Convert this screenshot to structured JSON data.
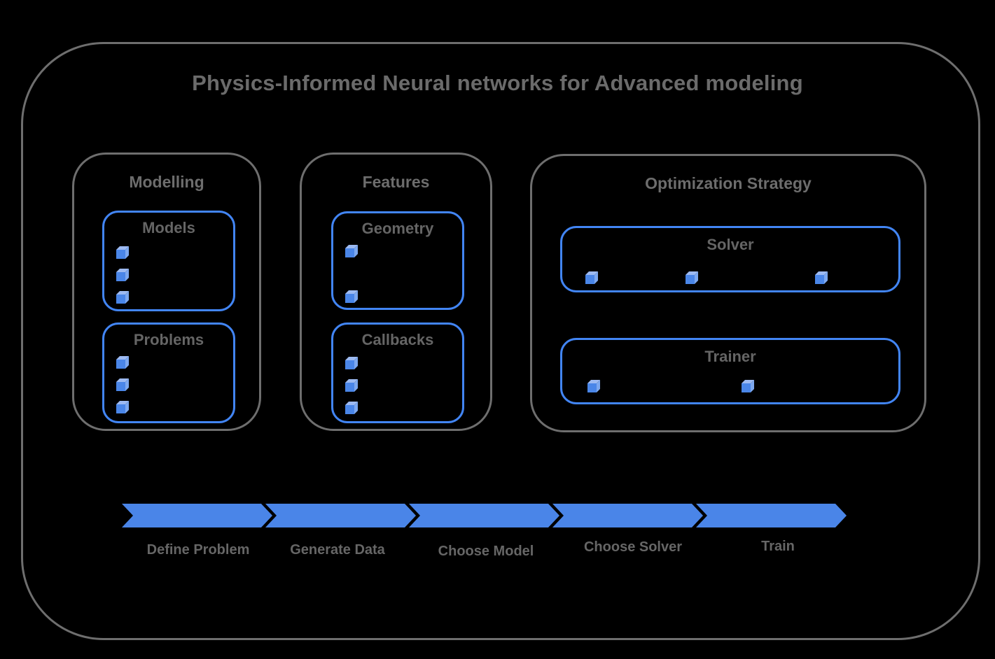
{
  "title": "Physics-Informed Neural networks for Advanced modeling",
  "colors": {
    "background": "#000000",
    "frame_gray": "#6e6e6e",
    "text_gray": "#6b6b6b",
    "box_border_blue": "#4285f4",
    "arrow_blue": "#4a85e8",
    "cube_front": "#4a86e8",
    "cube_top": "#9dbaf2",
    "cube_side": "#7da8ef"
  },
  "sections": [
    {
      "label": "Modelling",
      "boxes": [
        {
          "label": "Models",
          "bullet_count": 3
        },
        {
          "label": "Problems",
          "bullet_count": 3
        }
      ]
    },
    {
      "label": "Features",
      "boxes": [
        {
          "label": "Geometry",
          "bullet_count": 2
        },
        {
          "label": "Callbacks",
          "bullet_count": 3
        }
      ]
    },
    {
      "label": "Optimization Strategy",
      "boxes": [
        {
          "label": "Solver",
          "bullet_count": 3
        },
        {
          "label": "Trainer",
          "bullet_count": 2
        }
      ]
    }
  ],
  "process_flow": {
    "steps": [
      "Define Problem",
      "Generate Data",
      "Choose Model",
      "Choose Solver",
      "Train"
    ]
  }
}
